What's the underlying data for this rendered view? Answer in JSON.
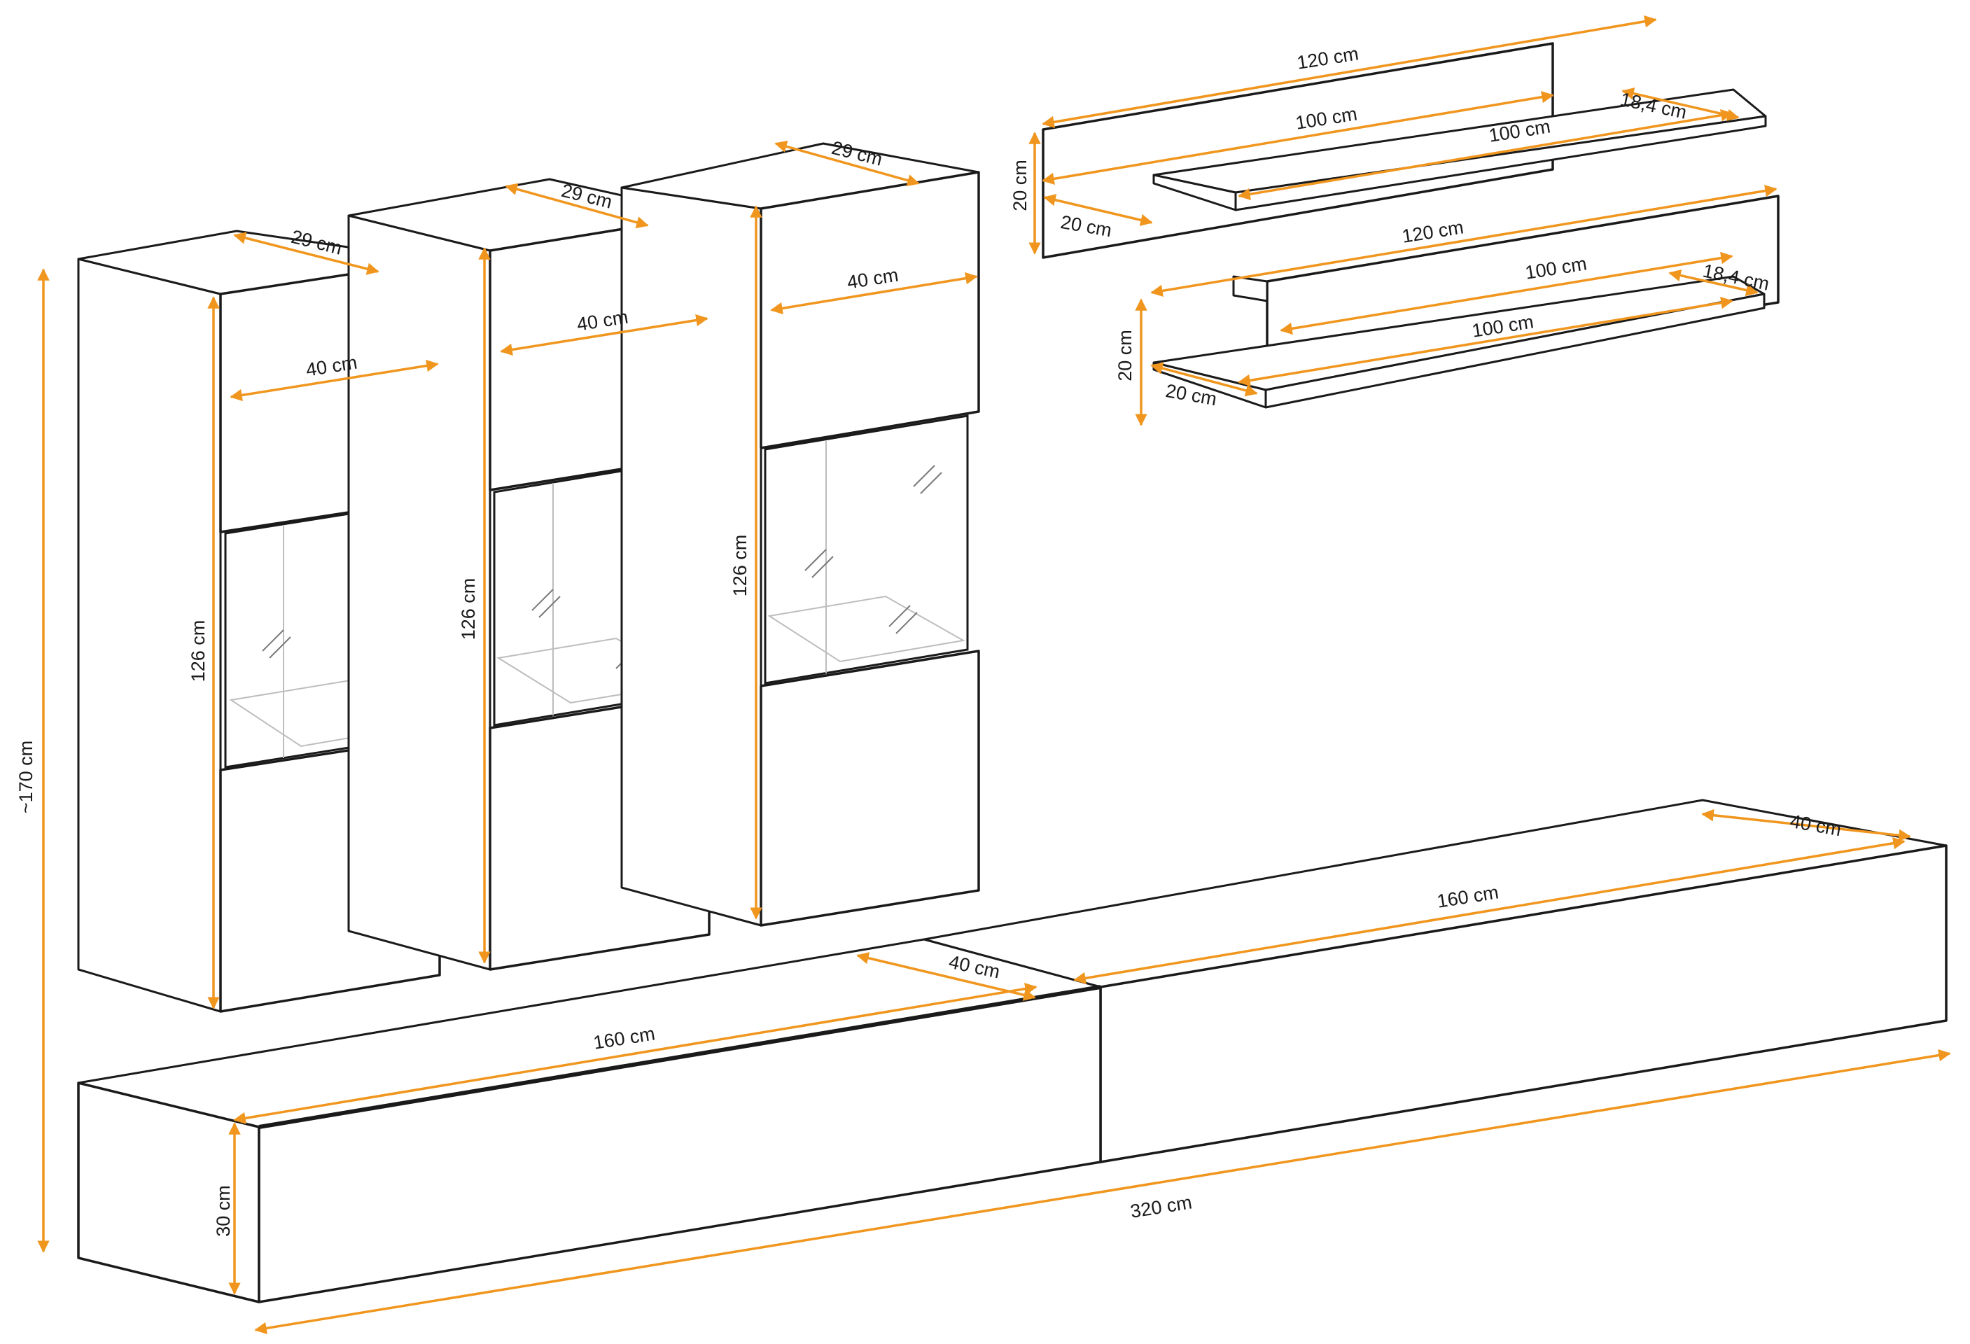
{
  "colors": {
    "dimension": "#f0961e",
    "outline": "#1a1a1a",
    "background": "#ffffff",
    "glass_line": "#bdbdbd"
  },
  "shelf_top": {
    "width": "120 cm",
    "shelf_length": "100 cm",
    "shelf_length_back": "100 cm",
    "shelf_depth": "18,4 cm",
    "height": "20 cm",
    "depth": "20 cm"
  },
  "shelf_bottom": {
    "width": "120 cm",
    "shelf_length": "100 cm",
    "shelf_length_front": "100 cm",
    "shelf_depth": "18,4 cm",
    "height": "20 cm",
    "depth": "20 cm"
  },
  "cabinet_left": {
    "depth": "29 cm",
    "width": "40 cm",
    "height": "126 cm"
  },
  "cabinet_middle": {
    "depth": "29 cm",
    "width": "40 cm",
    "height": "126 cm"
  },
  "cabinet_right": {
    "depth": "29 cm",
    "width": "40 cm",
    "height": "126 cm"
  },
  "tv_unit_back": {
    "depth": "40 cm",
    "width": "160 cm"
  },
  "tv_unit_front": {
    "depth": "40 cm",
    "width": "160 cm",
    "height": "30 cm"
  },
  "overall": {
    "total_width": "320 cm",
    "total_height": "~170 cm"
  }
}
